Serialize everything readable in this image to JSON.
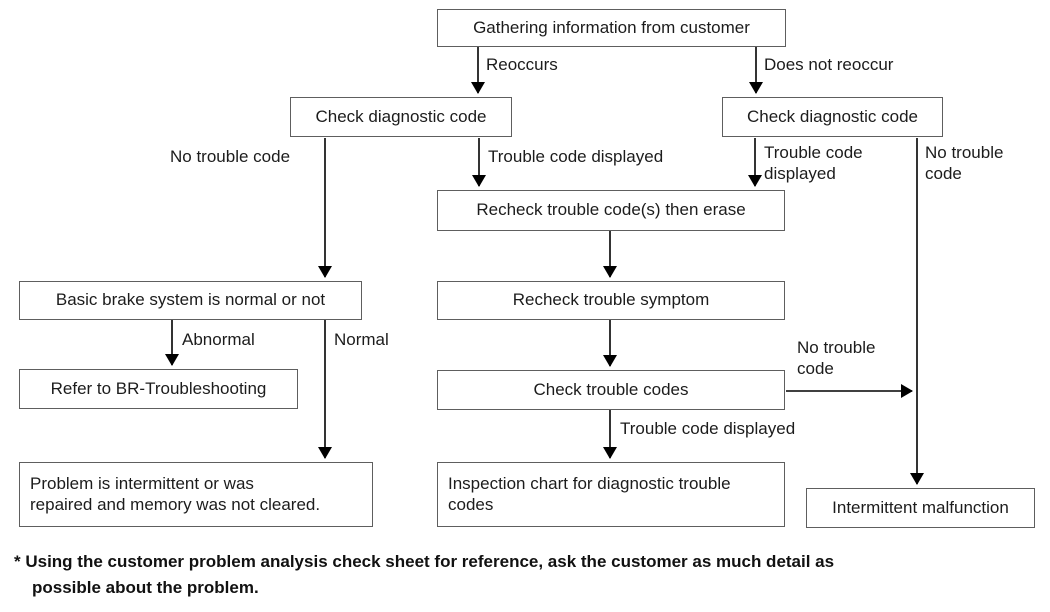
{
  "diagram": {
    "boxes": {
      "gathering": "Gathering information from customer",
      "check_diag_left": "Check diagnostic code",
      "check_diag_right": "Check diagnostic code",
      "recheck_erase": "Recheck trouble code(s) then erase",
      "recheck_symptom": "Recheck trouble symptom",
      "check_codes": "Check trouble codes",
      "basic_brake": "Basic brake system is normal or not",
      "refer_br": "Refer to BR-Troubleshooting",
      "problem_intermittent": {
        "line1": "Problem is intermittent or was",
        "line2": "repaired and memory was not cleared."
      },
      "inspection_chart": {
        "line1": "Inspection chart for diagnostic trouble",
        "line2": "codes"
      },
      "intermittent_malfunction": "Intermittent malfunction"
    },
    "edge_labels": {
      "reoccurs": "Reoccurs",
      "does_not_reoccur": "Does not reoccur",
      "no_trouble_code_left": "No trouble code",
      "trouble_code_displayed_mid": "Trouble code displayed",
      "trouble_code_displayed_right": {
        "line1": "Trouble code",
        "line2": "displayed"
      },
      "no_trouble_code_right": {
        "line1": "No trouble",
        "line2": "code"
      },
      "abnormal": "Abnormal",
      "normal": "Normal",
      "no_trouble_code_out": {
        "line1": "No trouble",
        "line2": "code"
      },
      "trouble_code_displayed_bottom": "Trouble code displayed"
    },
    "footnote": {
      "line1": "* Using the customer problem analysis check sheet for reference, ask the customer as much detail as",
      "line2": "possible about the problem."
    },
    "colors": {
      "background": "#ffffff",
      "box_border": "#5e5e5e",
      "text": "#1a1a1a",
      "line": "#000000"
    }
  }
}
